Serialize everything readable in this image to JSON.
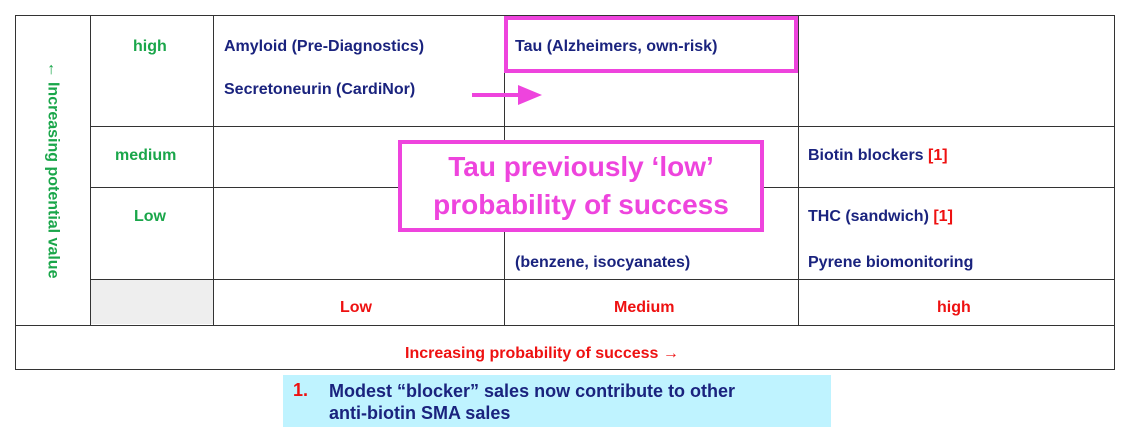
{
  "axes": {
    "y_label": "← Increasing potential value",
    "x_label": "Increasing probability of success →"
  },
  "rows": {
    "high": "high",
    "medium": "medium",
    "low": "Low"
  },
  "columns": {
    "low": "Low",
    "medium": "Medium",
    "high": "high"
  },
  "cells": {
    "high_low_1": "Amyloid (Pre-Diagnostics)",
    "high_low_2": "Secretoneurin (CardiNor)",
    "high_medium": "Tau (Alzheimers, own-risk)",
    "medium_high": "Biotin blockers",
    "medium_high_ref": "[1]",
    "low_high_1": "THC (sandwich)",
    "low_high_1_ref": "[1]",
    "low_medium": "(benzene, isocyanates)",
    "low_high_2": "Pyrene biomonitoring"
  },
  "callout": {
    "line1": "Tau previously ‘low’",
    "line2": "probability of success"
  },
  "footnote": {
    "number": "1.",
    "text_line1": "Modest “blocker” sales now contribute to other",
    "text_line2": "anti-biotin SMA sales"
  },
  "colors": {
    "highlight": "#ee44dd",
    "row_label": "#1aa64a",
    "col_label": "#ee1111",
    "item_text": "#1a237e",
    "note_bg": "#bff3ff"
  }
}
